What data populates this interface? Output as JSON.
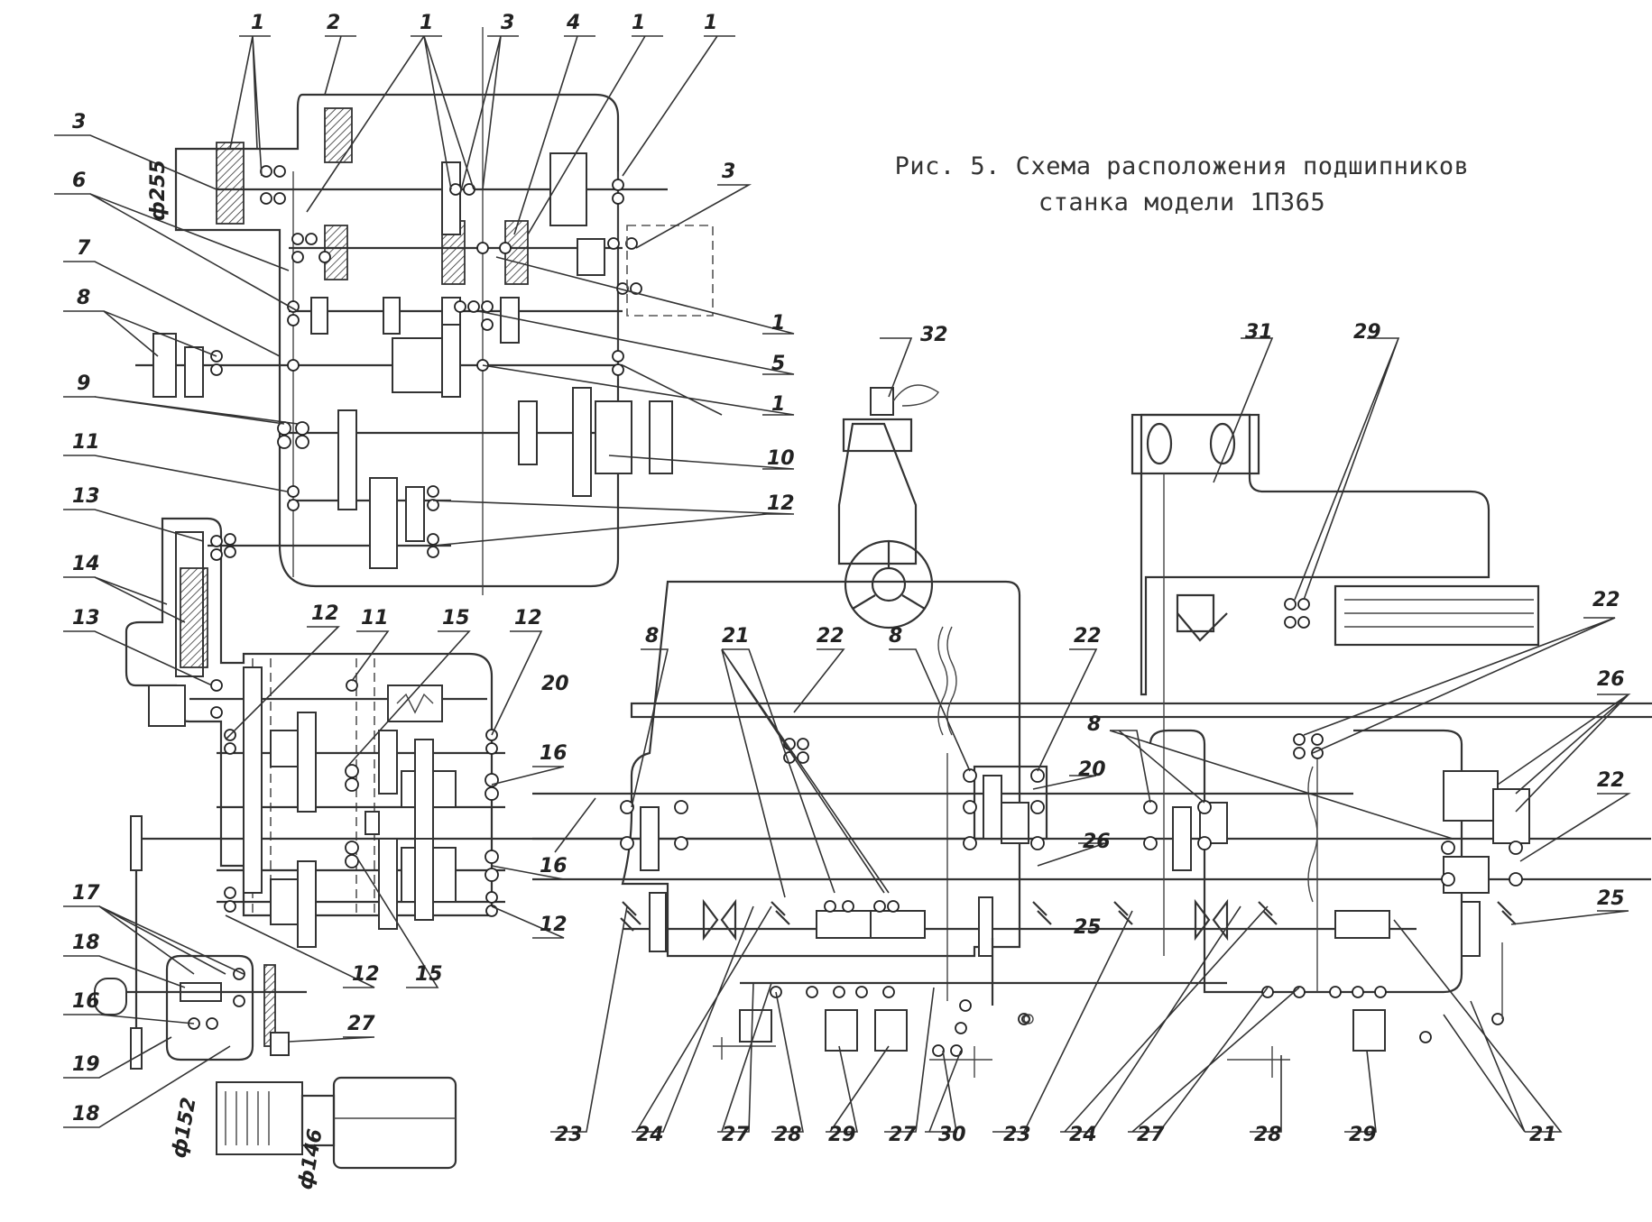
{
  "caption": {
    "line1": "Рис. 5. Схема расположения подшипников",
    "line2": "станка модели 1П365"
  },
  "headstock_labels": [
    "1",
    "2",
    "1",
    "3",
    "4",
    "1",
    "1",
    "3",
    "6",
    "7",
    "8",
    "9",
    "11",
    "13",
    "14",
    "13",
    "1",
    "5",
    "1",
    "10",
    "12"
  ],
  "feedbox_labels": [
    "12",
    "11",
    "15",
    "12",
    "16",
    "16",
    "12",
    "12",
    "15",
    "17",
    "18",
    "16",
    "19",
    "18",
    "27"
  ],
  "dimension_labels": [
    "ф255",
    "ф152",
    "ф146"
  ],
  "apron_labels": [
    "8",
    "21",
    "22",
    "8",
    "22",
    "20",
    "20",
    "26",
    "32",
    "31",
    "29",
    "22",
    "26",
    "22",
    "25",
    "25"
  ],
  "bottom_labels": [
    "23",
    "24",
    "27",
    "28",
    "29",
    "27",
    "30",
    "23",
    "24",
    "27",
    "28",
    "29",
    "21"
  ]
}
